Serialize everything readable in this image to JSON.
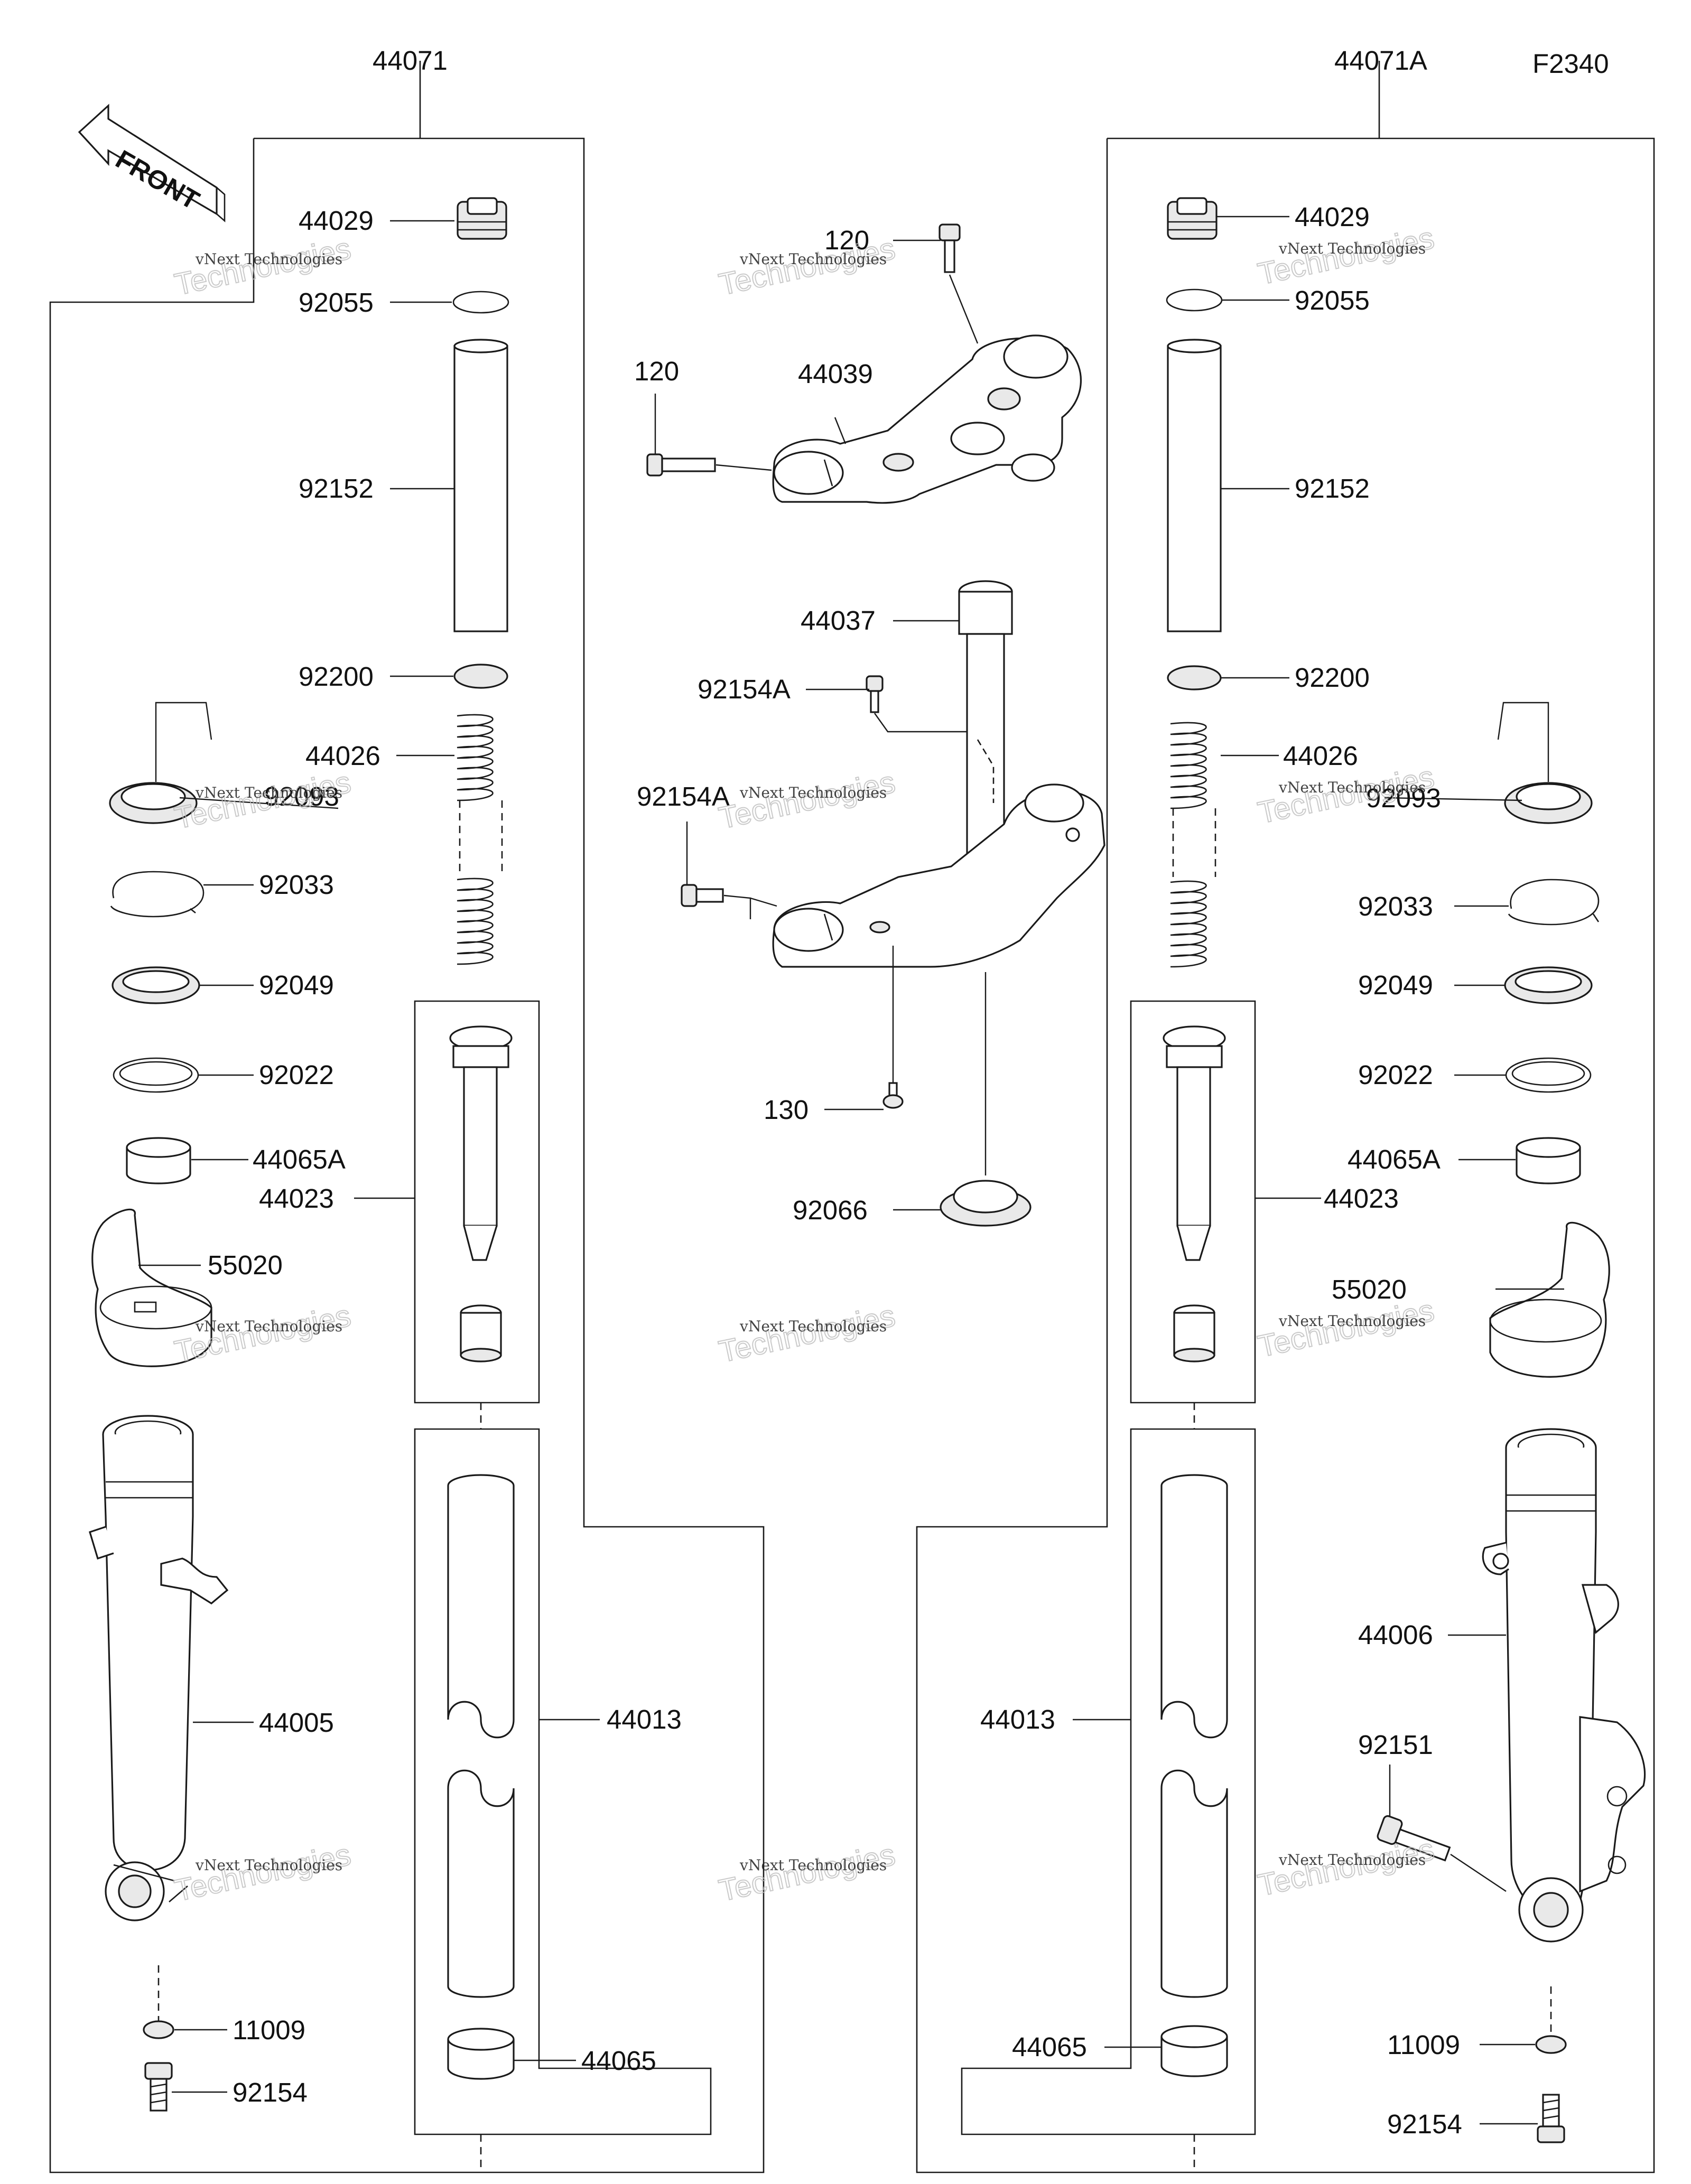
{
  "diagram_code": "F2340",
  "front_arrow_label": "FRONT",
  "watermark": {
    "line1": "vNext Technologies",
    "line2": "Technologies"
  },
  "group_labels": {
    "left_fork": "44071",
    "right_fork": "44071A"
  },
  "left_fork_parts": {
    "cap_bolt": "44029",
    "o_ring": "92055",
    "pipe": "92152",
    "washer": "92200",
    "spring": "44026",
    "dust_seal": "92093",
    "circlip": "92033",
    "oil_seal": "92049",
    "washer_seal": "92022",
    "guide_bush": "44065A",
    "cylinder": "44023",
    "cover": "55020",
    "outer_tube": "44005",
    "inner_tube": "44013",
    "slide_bush": "44065",
    "gasket": "11009",
    "bottom_bolt": "92154"
  },
  "right_fork_parts": {
    "cap_bolt": "44029",
    "o_ring": "92055",
    "pipe": "92152",
    "washer": "92200",
    "spring": "44026",
    "dust_seal": "92093",
    "circlip": "92033",
    "oil_seal": "92049",
    "washer_seal": "92022",
    "guide_bush": "44065A",
    "cylinder": "44023",
    "cover": "55020",
    "outer_tube": "44006",
    "caliper_bolt": "92151",
    "inner_tube": "44013",
    "slide_bush": "44065",
    "gasket": "11009",
    "bottom_bolt": "92154"
  },
  "center_parts": {
    "top_bolt": "120",
    "side_bolt": "120",
    "upper_bracket": "44039",
    "steering_stem": "44037",
    "stem_bolt_upper": "92154A",
    "stem_bolt_lower": "92154A",
    "small_bolt": "130",
    "stem_nut_cap": "92066"
  }
}
